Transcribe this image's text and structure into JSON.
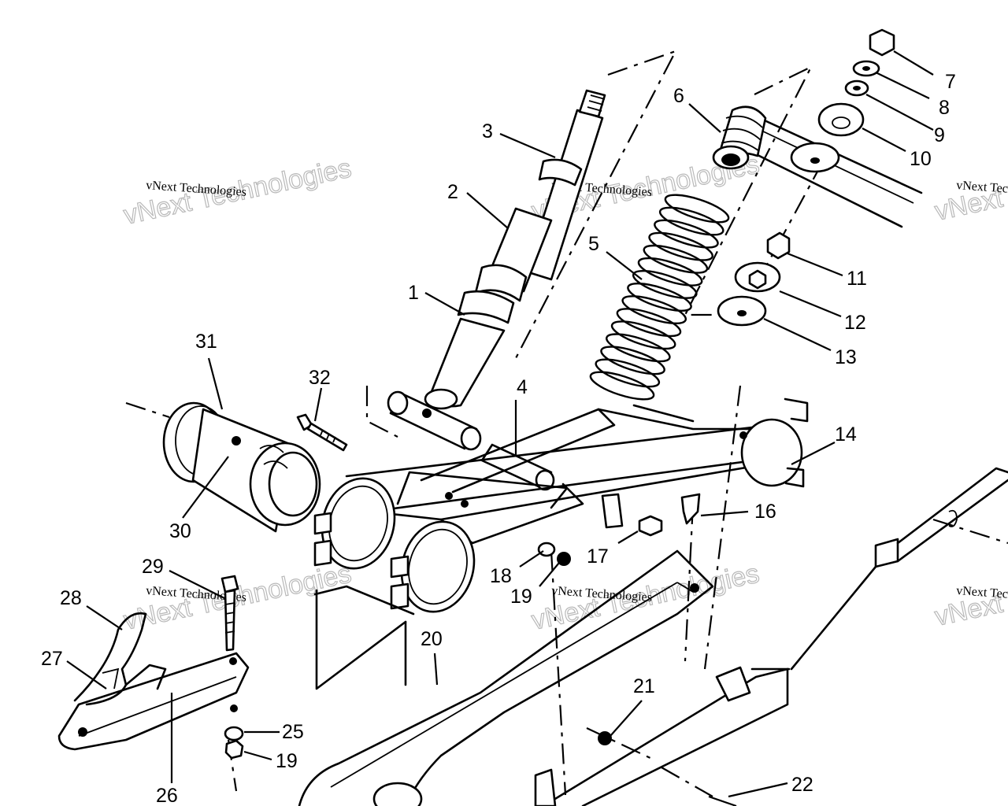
{
  "watermark": {
    "text": "vNext Technologies",
    "big_text": "vNext Technologies"
  },
  "callouts": [
    {
      "id": "1",
      "label": "1"
    },
    {
      "id": "2",
      "label": "2"
    },
    {
      "id": "3",
      "label": "3"
    },
    {
      "id": "4",
      "label": "4"
    },
    {
      "id": "5",
      "label": "5"
    },
    {
      "id": "6",
      "label": "6"
    },
    {
      "id": "7",
      "label": "7"
    },
    {
      "id": "8",
      "label": "8"
    },
    {
      "id": "9",
      "label": "9"
    },
    {
      "id": "10",
      "label": "10"
    },
    {
      "id": "11",
      "label": "11"
    },
    {
      "id": "12",
      "label": "12"
    },
    {
      "id": "13",
      "label": "13"
    },
    {
      "id": "14",
      "label": "14"
    },
    {
      "id": "16",
      "label": "16"
    },
    {
      "id": "17",
      "label": "17"
    },
    {
      "id": "18",
      "label": "18"
    },
    {
      "id": "19a",
      "label": "19"
    },
    {
      "id": "19b",
      "label": "19"
    },
    {
      "id": "20",
      "label": "20"
    },
    {
      "id": "21",
      "label": "21"
    },
    {
      "id": "22",
      "label": "22"
    },
    {
      "id": "25",
      "label": "25"
    },
    {
      "id": "26",
      "label": "26"
    },
    {
      "id": "27",
      "label": "27"
    },
    {
      "id": "28",
      "label": "28"
    },
    {
      "id": "29",
      "label": "29"
    },
    {
      "id": "30",
      "label": "30"
    },
    {
      "id": "31",
      "label": "31"
    },
    {
      "id": "32",
      "label": "32"
    }
  ]
}
